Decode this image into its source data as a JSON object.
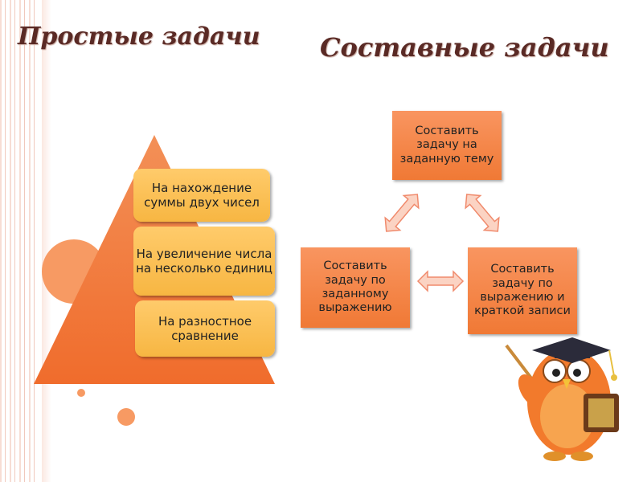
{
  "titles": {
    "simple": "Простые задачи",
    "compound": "Составные задачи"
  },
  "pyramid": {
    "items": [
      "На нахождение суммы двух чисел",
      "На увеличение числа на несколько единиц",
      "На разностное сравнение"
    ]
  },
  "cycle": {
    "top": "Составить задачу на заданную тему",
    "left": "Составить задачу  по заданному выражению",
    "right": "Составить задачу по выражению и краткой записи"
  },
  "colors": {
    "pyramid": "#f47b3a",
    "yellow_box": "#f7b642",
    "orange_box": "#f07935",
    "title": "#5a2a25"
  },
  "decoration": {
    "owl": "owl-teacher-illustration"
  }
}
